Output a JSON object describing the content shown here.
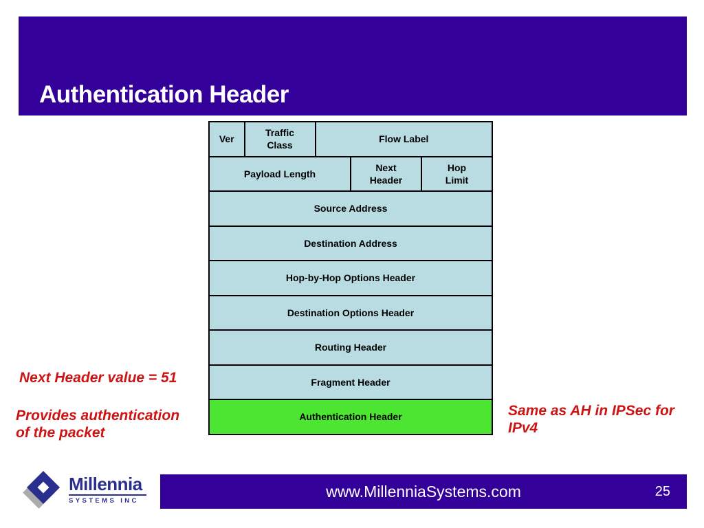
{
  "slide": {
    "title": "Authentication Header",
    "footer_url": "www.MillenniaSystems.com",
    "page_number": "25"
  },
  "colors": {
    "accent_purple": "#330099",
    "cell_blue": "#b8dce2",
    "highlight_green": "#4ce531",
    "annotation_red": "#cc1414",
    "logo_navy": "#2a2e8f",
    "logo_gray": "#ababab",
    "border_black": "#000000"
  },
  "diagram": {
    "description": "IPv6 packet header field stack, Authentication Header row highlighted green",
    "rows": [
      {
        "cells": [
          {
            "label": "Ver",
            "span": 2
          },
          {
            "label": "Traffic\nClass",
            "span": 4
          },
          {
            "label": "Flow Label",
            "span": 10
          }
        ]
      },
      {
        "cells": [
          {
            "label": "Payload Length",
            "span": 8
          },
          {
            "label": "Next\nHeader",
            "span": 4
          },
          {
            "label": "Hop\nLimit",
            "span": 4
          }
        ]
      },
      {
        "cells": [
          {
            "label": "Source Address",
            "span": 16
          }
        ]
      },
      {
        "cells": [
          {
            "label": "Destination Address",
            "span": 16
          }
        ]
      },
      {
        "cells": [
          {
            "label": "Hop-by-Hop Options Header",
            "span": 16
          }
        ]
      },
      {
        "cells": [
          {
            "label": "Destination Options Header",
            "span": 16
          }
        ]
      },
      {
        "cells": [
          {
            "label": "Routing Header",
            "span": 16
          }
        ]
      },
      {
        "cells": [
          {
            "label": "Fragment Header",
            "span": 16
          }
        ]
      },
      {
        "cells": [
          {
            "label": "Authentication Header",
            "span": 16,
            "highlight": true
          }
        ]
      }
    ]
  },
  "annotations": {
    "left_line1": "Next Header value = 51",
    "left_line2": "Provides authentication\nof the packet",
    "right": "Same as AH in IPSec for\nIPv4"
  },
  "logo": {
    "name": "Millennia",
    "subtext": "SYSTEMS INC"
  }
}
